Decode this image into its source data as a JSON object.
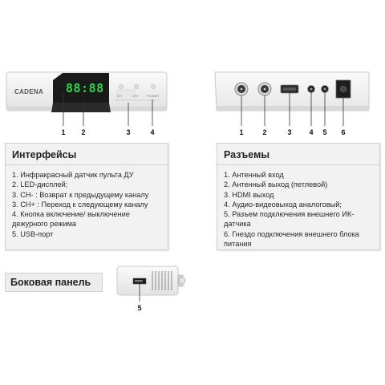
{
  "front_panel": {
    "brand": "CADENA",
    "display_text": "88:88",
    "buttons": [
      "CH-",
      "CH+",
      "POWER"
    ],
    "callouts": [
      "1",
      "2",
      "3",
      "4"
    ]
  },
  "back_panel": {
    "callouts": [
      "1",
      "2",
      "3",
      "4",
      "5",
      "6"
    ]
  },
  "side_panel": {
    "label": "Боковая панель",
    "callout": "5"
  },
  "interfaces": {
    "title": "Интерфейсы",
    "items": [
      "1. Инфракрасный датчик пульта ДУ",
      "2. LED-дисплей;",
      "3. CH- : Возврат к предыдущему каналу",
      "3. CH+ : Переход к следующему каналу",
      "4. Кнопка включение/ выключение дежурного режима",
      "5. USB-порт"
    ]
  },
  "connectors": {
    "title": "Разъемы",
    "items": [
      "1. Антенный вход",
      "2. Антенный выход (петлевой)",
      "3. HDMI выход",
      "4. Аудио-видеовыход аналоговый;",
      "5. Разъем подключения внешнего ИК-датчика",
      "6. Гнездо подключения внешнего блока питания"
    ]
  },
  "colors": {
    "device_body": "#f4f4f4",
    "display_bg": "#151515",
    "display_digits": "#2fd64a",
    "panel_bg": "#f2f2f2",
    "panel_border": "#cfcfcf"
  }
}
